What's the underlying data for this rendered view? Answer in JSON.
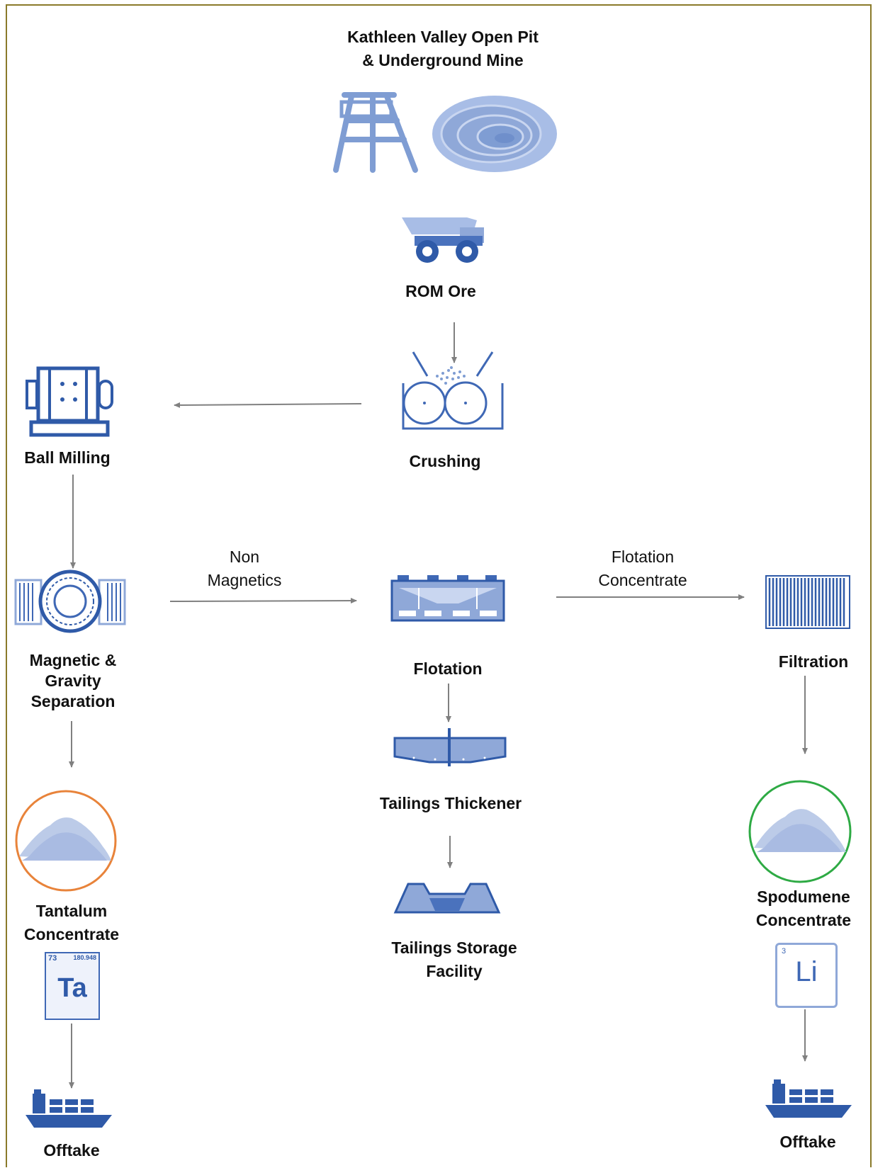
{
  "colors": {
    "icon_dark": "#3f68b5",
    "icon_light": "#8fa8d8",
    "arrow": "#808080",
    "border": "#8a7a2a",
    "tantalum_ring": "#e8833a",
    "spodumene_ring": "#2eaa44"
  },
  "nodes": {
    "mine": {
      "line1": "Kathleen Valley Open Pit",
      "line2": "& Underground Mine",
      "icons": [
        "headframe-icon",
        "open-pit-icon"
      ]
    },
    "rom_ore": {
      "label": "ROM Ore",
      "icon": "haul-truck-icon"
    },
    "crushing": {
      "label": "Crushing",
      "icon": "crusher-icon"
    },
    "ball_milling": {
      "label": "Ball Milling",
      "icon": "ball-mill-icon"
    },
    "magnetic": {
      "line1": "Magnetic &",
      "line2": "Gravity",
      "line3": "Separation",
      "icon": "magnetic-separator-icon"
    },
    "flotation": {
      "label": "Flotation",
      "icon": "flotation-cell-icon"
    },
    "filtration": {
      "label": "Filtration",
      "icon": "filter-press-icon"
    },
    "thickener": {
      "label": "Tailings Thickener",
      "icon": "thickener-icon"
    },
    "tsf": {
      "line1": "Tailings Storage",
      "line2": "Facility",
      "icon": "tailings-dam-icon"
    },
    "tantalum": {
      "line1": "Tantalum",
      "line2": "Concentrate",
      "icon": "concentrate-pile-icon"
    },
    "spodumene": {
      "line1": "Spodumene",
      "line2": "Concentrate",
      "icon": "concentrate-pile-icon"
    },
    "offtake_left": {
      "label": "Offtake",
      "icon": "cargo-ship-icon"
    },
    "offtake_right": {
      "label": "Offtake",
      "icon": "cargo-ship-icon"
    }
  },
  "edges": {
    "non_magnetics": {
      "line1": "Non",
      "line2": "Magnetics"
    },
    "flotation_concentrate": {
      "line1": "Flotation",
      "line2": "Concentrate"
    }
  },
  "elements": {
    "ta": {
      "number": "73",
      "mass": "180.948",
      "symbol": "Ta"
    },
    "li": {
      "number": "3",
      "symbol": "Li"
    }
  }
}
